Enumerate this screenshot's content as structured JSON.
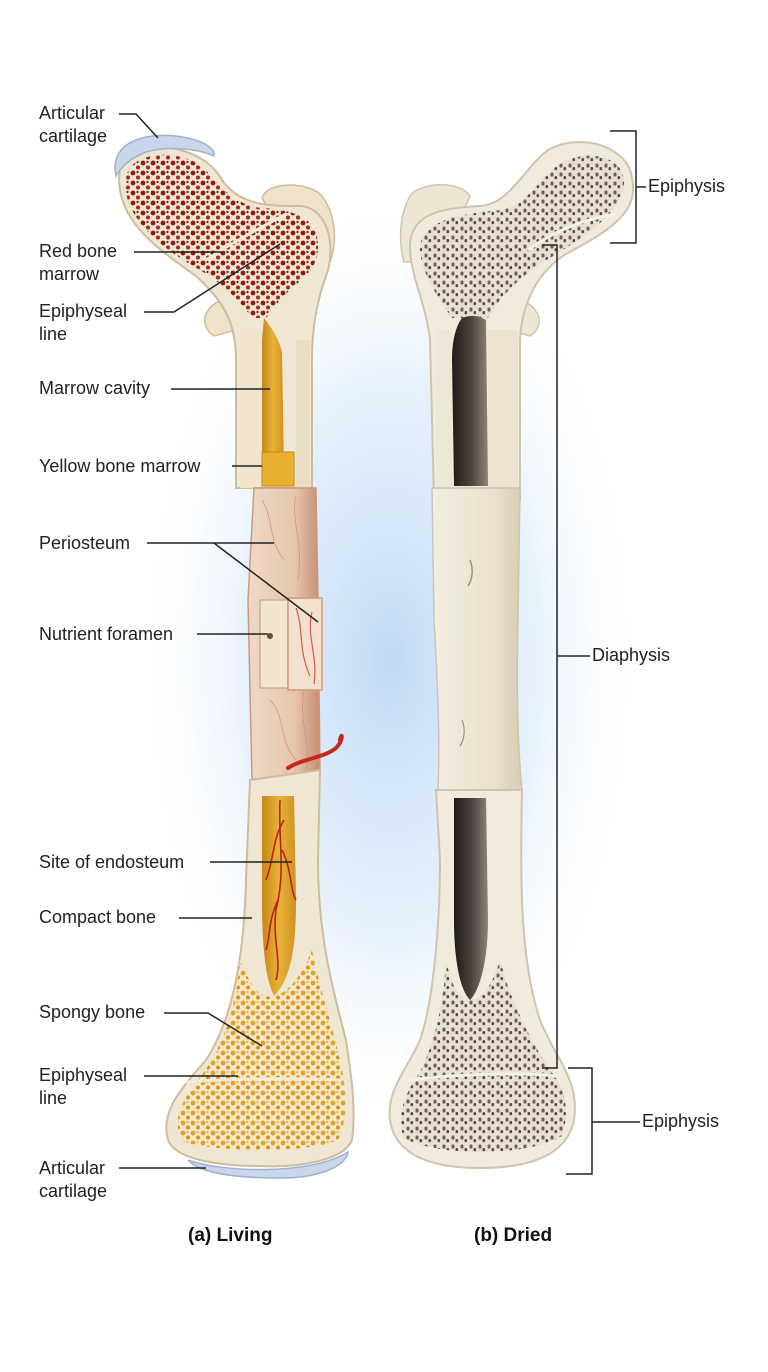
{
  "labels": {
    "articular_cartilage_top": "Articular cartilage",
    "red_bone_marrow": "Red bone marrow",
    "epiphyseal_line_top": "Epiphyseal line",
    "marrow_cavity": "Marrow cavity",
    "yellow_bone_marrow": "Yellow bone marrow",
    "periosteum": "Periosteum",
    "nutrient_foramen": "Nutrient foramen",
    "site_of_endosteum": "Site of endosteum",
    "compact_bone": "Compact bone",
    "spongy_bone": "Spongy bone",
    "epiphyseal_line_bottom": "Epiphyseal line",
    "articular_cartilage_bottom": "Articular cartilage",
    "epiphysis_top": "Epiphysis",
    "diaphysis": "Diaphysis",
    "epiphysis_bottom": "Epiphysis"
  },
  "captions": {
    "living": "(a) Living",
    "dried": "(b) Dried"
  },
  "colors": {
    "bone": "#ece5d2",
    "red_marrow": "#8e1a10",
    "yellow_marrow": "#e3a92a",
    "cartilage": "#c9d6ea",
    "periosteum": "#e8cdb6",
    "dried_spongy": "#6b5e52",
    "background_glow": "#cfe3f7"
  }
}
